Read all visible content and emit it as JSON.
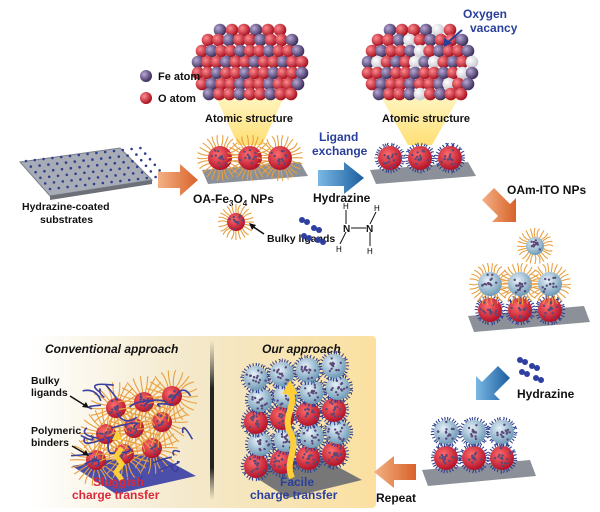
{
  "legend": {
    "fe_atom": "Fe atom",
    "o_atom": "O atom"
  },
  "labels": {
    "atomic_structure_1": "Atomic structure",
    "atomic_structure_2": "Atomic structure",
    "oxygen_vacancy_line1": "Oxygen",
    "oxygen_vacancy_line2": "vacancy",
    "ligand_exchange_line1": "Ligand",
    "ligand_exchange_line2": "exchange",
    "hydrazine_1": "Hydrazine",
    "hydrazine_2": "Hydrazine",
    "substrate_line1": "Hydrazine-coated",
    "substrate_line2": "substrates",
    "oa_fe3o4_prefix": "OA-Fe",
    "oa_fe3o4_sub1": "3",
    "oa_fe3o4_mid": "O",
    "oa_fe3o4_sub2": "4",
    "oa_fe3o4_suffix": " NPs",
    "bulky_ligands_1": "Bulky ligands",
    "oam_ito": "OAm-ITO NPs",
    "repeat": "Repeat",
    "conventional": "Conventional approach",
    "our_approach": "Our approach",
    "bulky_line1": "Bulky",
    "bulky_line2": "ligands",
    "polymeric_line1": "Polymeric",
    "polymeric_line2": "binders",
    "sluggish_line1": "Sluggish",
    "sluggish_line2": "charge transfer",
    "facile_line1": "Facile",
    "facile_line2": "charge transfer",
    "hydrazine_H": "H",
    "hydrazine_N": "N"
  },
  "colors": {
    "fe": "#5a4a7a",
    "o": "#d9283a",
    "ito": "#8fb4cf",
    "ligand": "#e8a040",
    "accent_blue": "#2a3f9a",
    "accent_red": "#d9283a",
    "arrow_orange": "#e07a3a",
    "arrow_blue": "#1f6fb0",
    "panel_bg": "#fbe7b5"
  }
}
